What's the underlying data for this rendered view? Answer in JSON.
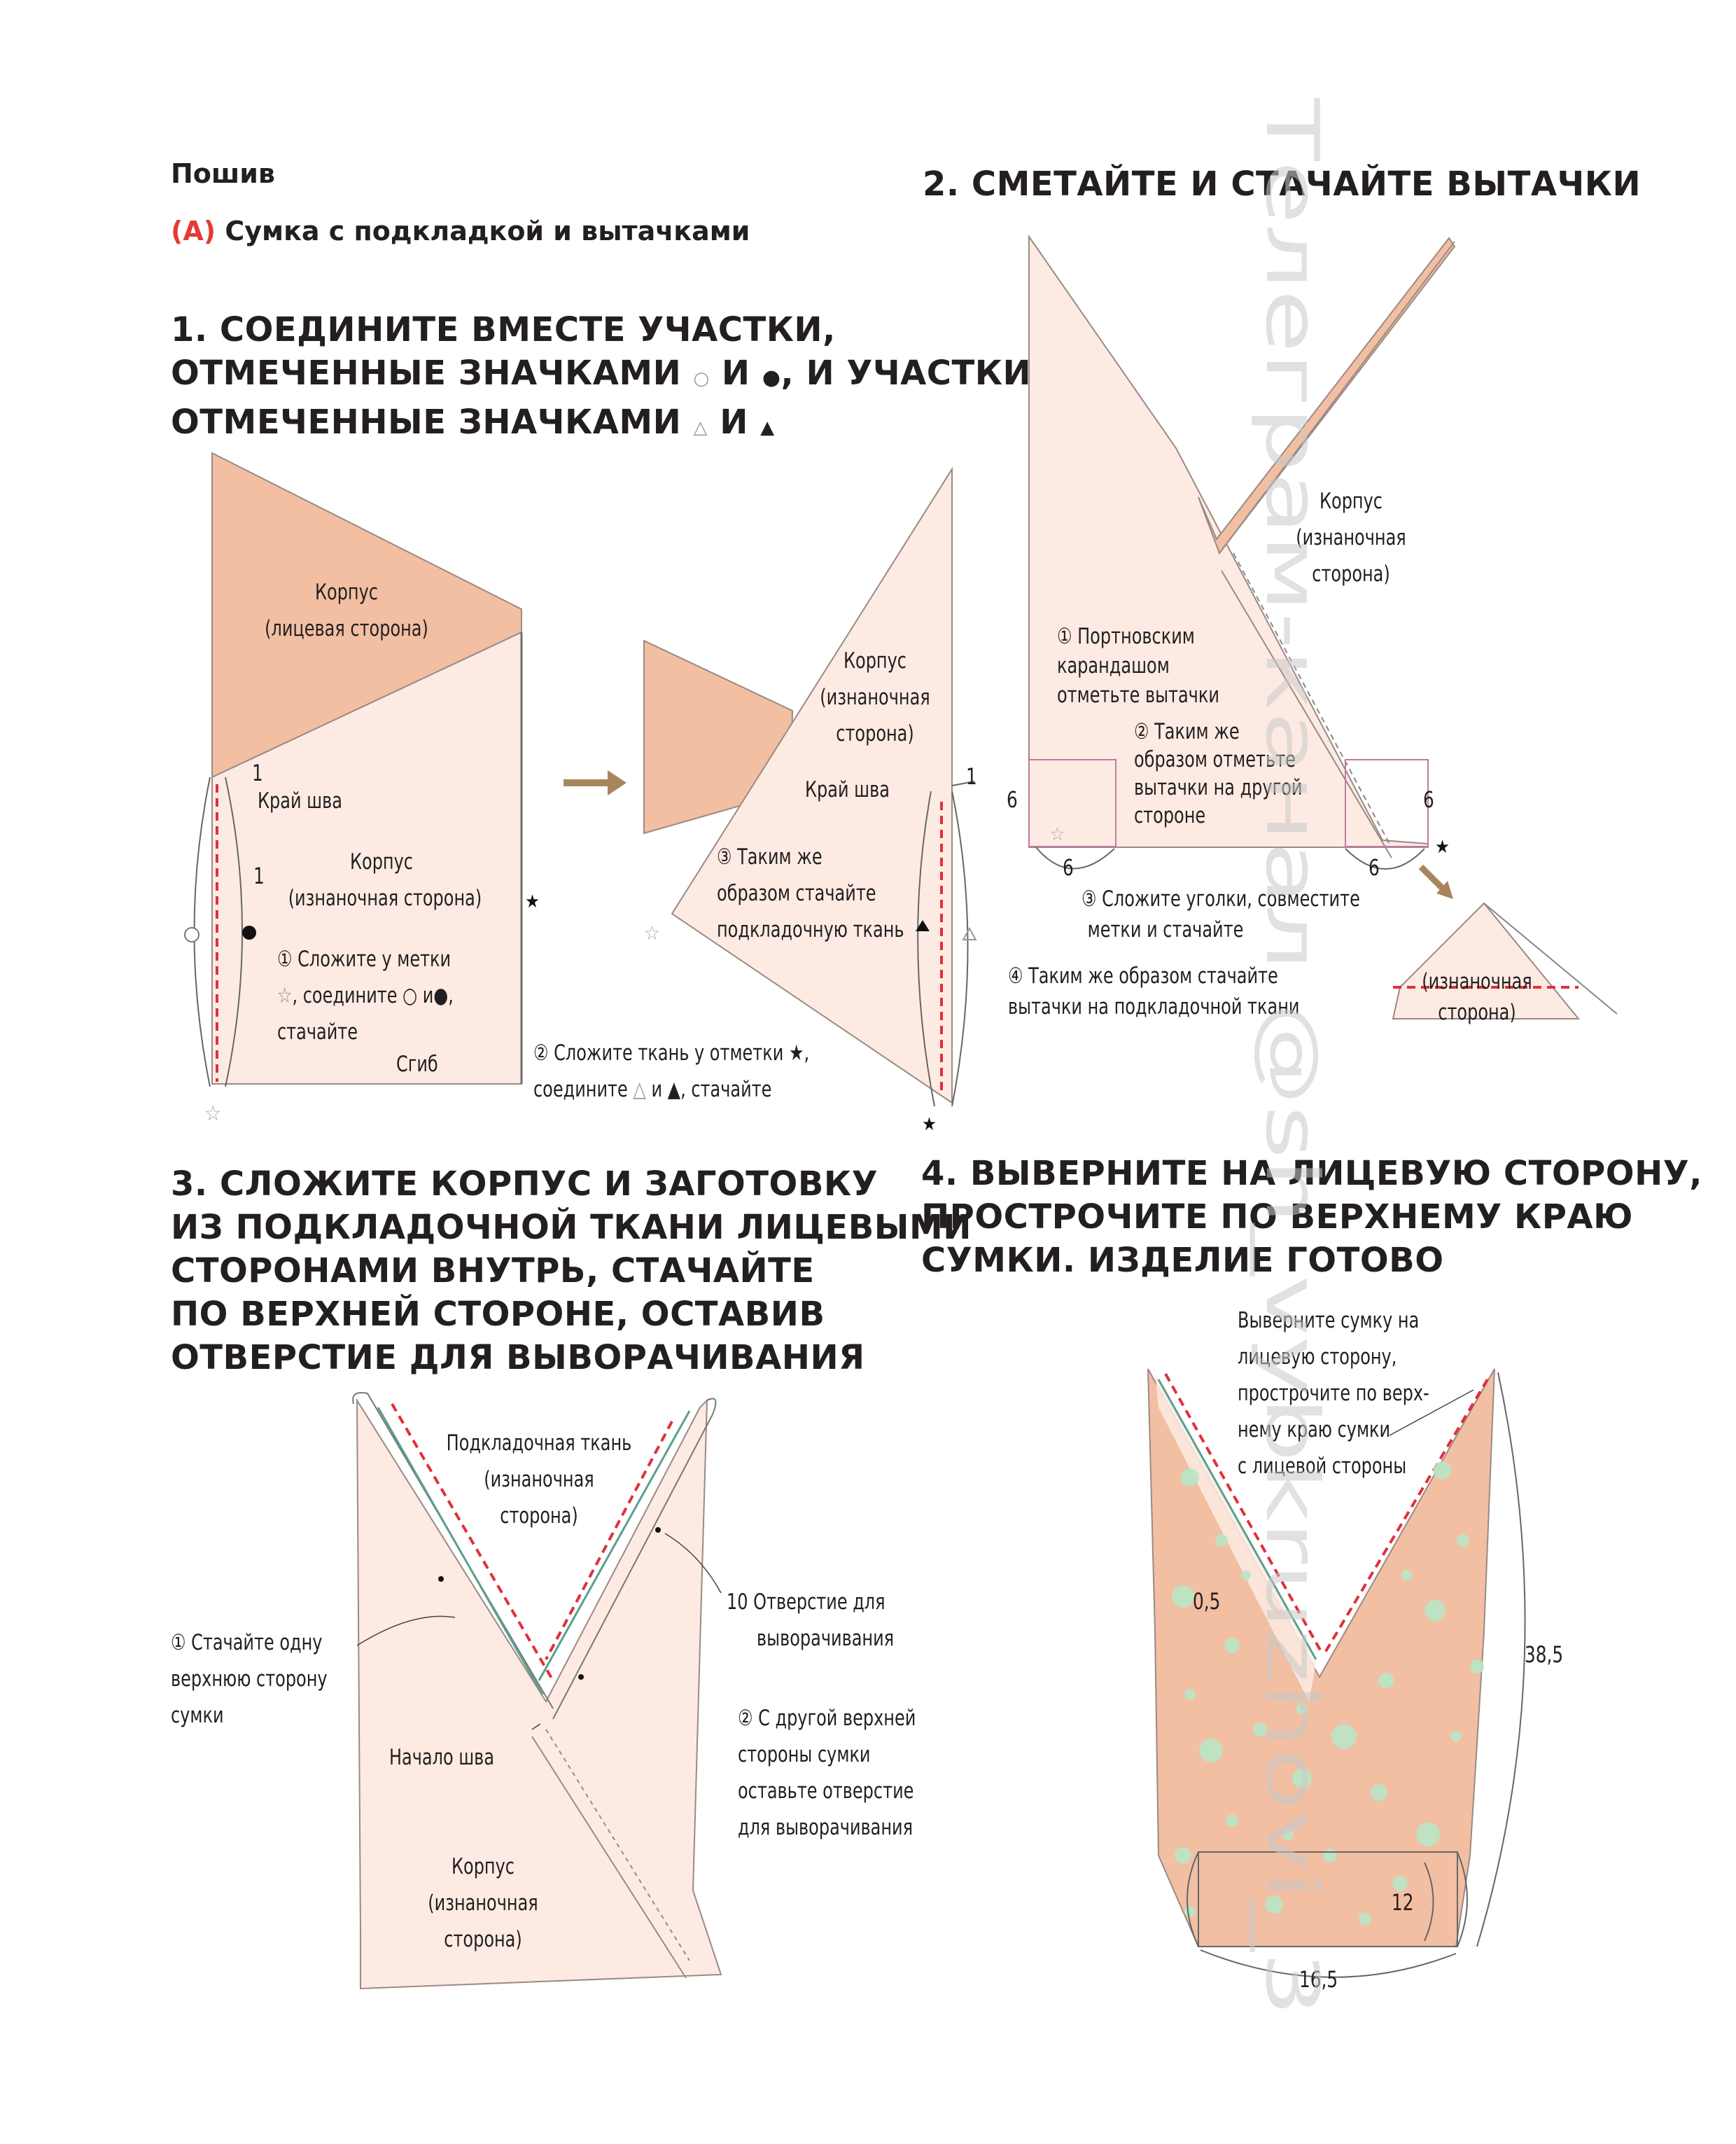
{
  "header": {
    "section": "Пошив",
    "sub_marker": "(А)",
    "sub_title": "Сумка с подкладкой и вытачками"
  },
  "step1": {
    "heading": [
      "1. СОЕДИНИТЕ ВМЕСТЕ УЧАСТКИ,",
      "ОТМЕЧЕННЫЕ ЗНАЧКАМИ",
      "И",
      ", И УЧАСТКИ,",
      "ОТМЕЧЕННЫЕ ЗНАЧКАМИ",
      "И"
    ],
    "l_body_face": [
      "Корпус",
      "(лицевая сторона)"
    ],
    "l_seam_edge": "Край шва",
    "l_body_wrong": [
      "Корпус",
      "(изнаночная сторона)"
    ],
    "l_fold_1": [
      "① Сложите у метки",
      ", соедините",
      "и",
      "стачайте"
    ],
    "l_fold": "Сгиб",
    "l_num1": "1",
    "l_body_wrong2": [
      "Корпус",
      "(изнаночная",
      "сторона)"
    ],
    "l_seam_edge2": "Край шва",
    "l_same3": [
      "③ Таким же",
      "образом стачайте",
      "подкладочную ткань"
    ],
    "l_fold_2": [
      "② Сложите ткань у отметки",
      "соедините",
      "и",
      ", стачайте"
    ]
  },
  "step2": {
    "heading": "2. СМЕТАЙТЕ И СТАЧАЙТЕ ВЫТАЧКИ",
    "l_body_wrong": [
      "Корпус",
      "(изнаночная",
      "сторона)"
    ],
    "l_mark1": [
      "① Портновским",
      "карандашом",
      "отметьте вытачки"
    ],
    "l_mark2": [
      "② Таким же",
      "образом отметьте",
      "вытачки на другой",
      "стороне"
    ],
    "l_corner3": [
      "③ Сложите уголки, совместите",
      "метки и стачайте"
    ],
    "l_lining4": [
      "④ Таким же образом стачайте",
      "вытачки на подкладочной ткани"
    ],
    "l_wrong_small": [
      "(изнаночная",
      "сторона)"
    ],
    "dim6": "6"
  },
  "step3": {
    "heading": [
      "3. СЛОЖИТЕ КОРПУС И ЗАГОТОВКУ",
      "ИЗ ПОДКЛАДОЧНОЙ ТКАНИ ЛИЦЕВЫМИ",
      "СТОРОНАМИ ВНУТРЬ, СТАЧАЙТЕ",
      "ПО ВЕРХНЕЙ СТОРОНЕ, ОСТАВИВ",
      "ОТВЕРСТИЕ ДЛЯ ВЫВОРАЧИВАНИЯ"
    ],
    "l_lining": [
      "Подкладочная ткань",
      "(изнаночная",
      "сторона)"
    ],
    "l_opening": [
      "10  Отверстие для",
      "выворачивания"
    ],
    "l_sew_one": [
      "① Стачайте одну",
      "верхнюю сторону",
      "сумки"
    ],
    "l_start": "Начало шва",
    "l_other": [
      "② С другой верхней",
      "стороны сумки",
      "оставьте отверстие",
      "для выворачивания"
    ],
    "l_body": [
      "Корпус",
      "(изнаночная",
      "сторона)"
    ]
  },
  "step4": {
    "heading": [
      "4. ВЫВЕРНИТЕ НА ЛИЦЕВУЮ СТОРОНУ,",
      "ПРОСТРОЧИТЕ ПО ВЕРХНЕМУ КРАЮ",
      "СУМКИ. ИЗДЕЛИЕ ГОТОВО"
    ],
    "l_turn": [
      "Выверните сумку на",
      "лицевую сторону,",
      "прострочите по верх-",
      "нему краю сумки",
      "с лицевой стороны"
    ],
    "dim_margin": "0,5",
    "dim_height": "38,5",
    "dim_depth": "12",
    "dim_width": "16,5"
  },
  "watermark": "Телеграм-канал @sh_vybkruzhovi_3",
  "colors": {
    "fabric_face": "#f2bfa3",
    "fabric_wrong": "#fdebe3",
    "seam_red": "#e0303a",
    "accent": "#e53935",
    "arrow": "#a8865c"
  }
}
